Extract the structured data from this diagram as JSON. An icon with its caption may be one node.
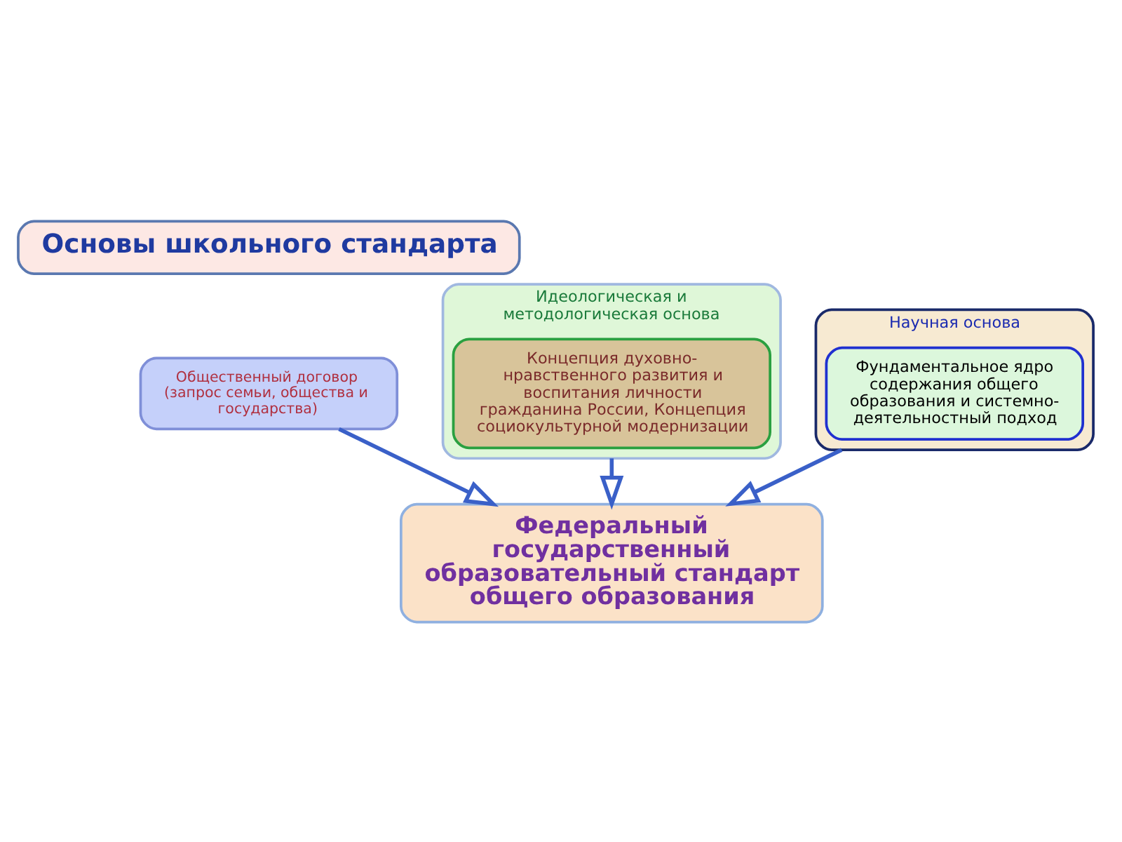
{
  "diagram": {
    "nodes": [
      {
        "text": [
          "Основы школьного стандарта"
        ]
      },
      {
        "text": [
          "Общественный договор",
          "(запрос семьи, общества и государства)"
        ]
      },
      {
        "text": [
          "Идеологическая и методологическая основа"
        ]
      },
      {
        "text": [
          "Концепция духовно-нравственного развития и воспитания личности гражданина России, Концепция социокультурной модернизации"
        ],
        "in": 2
      },
      {
        "text": [
          "Научная основа"
        ]
      },
      {
        "text": [
          "Фундаментальное ядро содержания общего образования и системно-деятельностный подход"
        ],
        "in": 4
      },
      {
        "text": [
          "Федеральный государственный образовательный стандарт общего образования"
        ]
      }
    ],
    "edges": [
      {
        "from": 2,
        "to": 6,
        "arrow": "to"
      },
      {
        "from": 1,
        "to": 6,
        "arrow": "to"
      },
      {
        "from": 4,
        "to": 6,
        "arrow": "to"
      }
    ]
  }
}
